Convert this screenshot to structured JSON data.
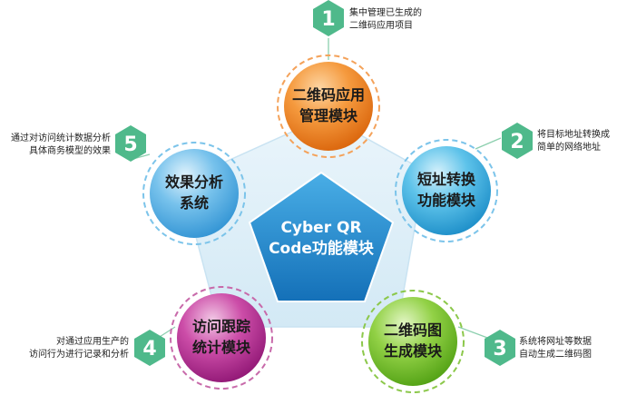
{
  "center": {
    "line1": "Cyber QR",
    "line2": "Code功能模块"
  },
  "modules": [
    {
      "line1": "二维码应用",
      "line2": "管理模块"
    },
    {
      "line1": "短址转换",
      "line2": "功能模块"
    },
    {
      "line1": "二维码图",
      "line2": "生成模块"
    },
    {
      "line1": "访问跟踪",
      "line2": "统计模块"
    },
    {
      "line1": "效果分析",
      "line2": "系统"
    }
  ],
  "badges": [
    "1",
    "2",
    "3",
    "4",
    "5"
  ],
  "annotations": [
    {
      "line1": "集中管理已生成的",
      "line2": "二维码应用项目"
    },
    {
      "line1": "将目标地址转换成",
      "line2": "简单的网络地址"
    },
    {
      "line1": "系统将网址等数据",
      "line2": "自动生成二维码图"
    },
    {
      "line1": "对通过应用生产的",
      "line2": "访问行为进行记录和分析"
    },
    {
      "line1": "通过对访问统计数据分析",
      "line2": "具体商务模型的效果"
    }
  ],
  "colors": {
    "orange": "#f07f16",
    "cyan": "#2aa7dd",
    "green": "#6cbf1c",
    "magenta": "#b0208c",
    "lightblue": "#4fb0e6",
    "center_pentagon": "#1f86d1",
    "badge": "#4fb98b",
    "dash_orange": "#f4a25a",
    "dash_blue": "#7cc4ea",
    "dash_green": "#8cc84b",
    "dash_magenta": "#c86aaa"
  }
}
